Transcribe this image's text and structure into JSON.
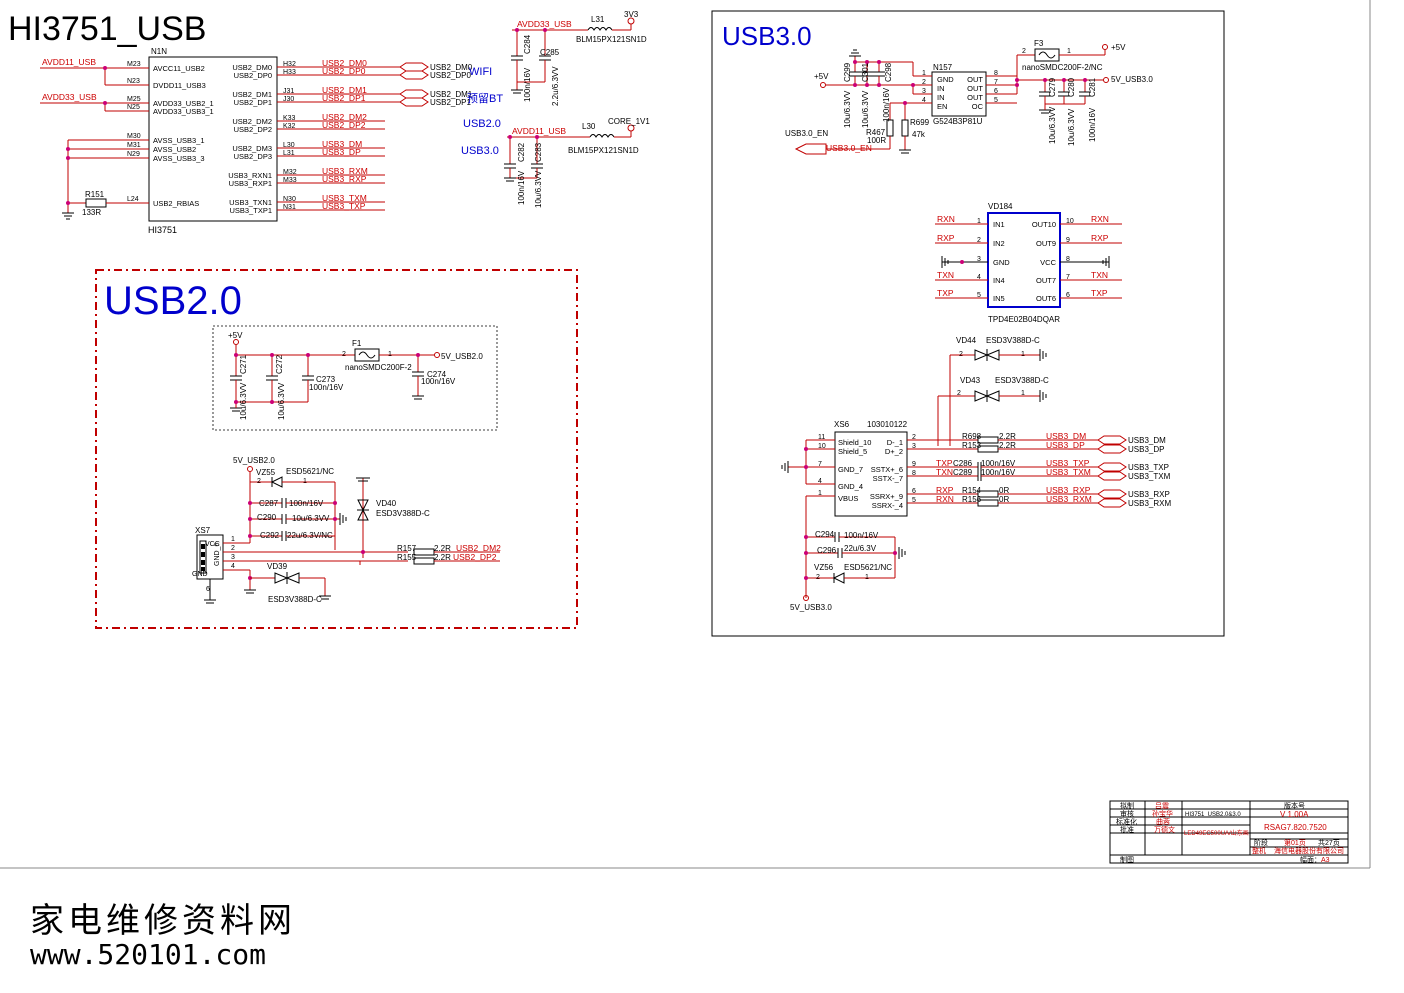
{
  "sheet_title": "HI3751_USB",
  "ic_main": {
    "ref": "N1N",
    "part": "HI3751",
    "left_pins": [
      {
        "num": "M23",
        "name": "AVCC11_USB2",
        "net": "AVDD11_USB"
      },
      {
        "num": "N23",
        "name": "DVDD11_USB3",
        "net": ""
      },
      {
        "num": "M25",
        "name": "AVDD33_USB2_1",
        "net": "AVDD33_USB"
      },
      {
        "num": "N25",
        "name": "AVDD33_USB3_1",
        "net": ""
      },
      {
        "num": "M30",
        "name": "AVSS_USB3_1",
        "net": ""
      },
      {
        "num": "M31",
        "name": "AVSS_USB2",
        "net": ""
      },
      {
        "num": "N29",
        "name": "AVSS_USB3_3",
        "net": ""
      },
      {
        "num": "L24",
        "name": "USB2_RBIAS",
        "net": ""
      }
    ],
    "right_pins": [
      {
        "num": "H32",
        "name": "USB2_DM0",
        "net": "USB2_DM0"
      },
      {
        "num": "H33",
        "name": "USB2_DP0",
        "net": "USB2_DP0"
      },
      {
        "num": "J31",
        "name": "USB2_DM1",
        "net": "USB2_DM1"
      },
      {
        "num": "J30",
        "name": "USB2_DP1",
        "net": "USB2_DP1"
      },
      {
        "num": "K33",
        "name": "USB2_DM2",
        "net": "USB2_DM2"
      },
      {
        "num": "K32",
        "name": "USB2_DP2",
        "net": "USB2_DP2"
      },
      {
        "num": "L30",
        "name": "USB2_DM3",
        "net": "USB3_DM"
      },
      {
        "num": "L31",
        "name": "USB2_DP3",
        "net": "USB3_DP"
      },
      {
        "num": "M32",
        "name": "USB3_RXN1",
        "net": "USB3_RXM"
      },
      {
        "num": "M33",
        "name": "USB3_RXP1",
        "net": "USB3_RXP"
      },
      {
        "num": "N30",
        "name": "USB3_TXN1",
        "net": "USB3_TXM"
      },
      {
        "num": "N31",
        "name": "USB3_TXP1",
        "net": "USB3_TXP"
      }
    ],
    "ports": [
      "USB2_DM0",
      "USB2_DP0",
      "USB2_DM1",
      "USB2_DP1"
    ],
    "r151": {
      "ref": "R151",
      "value": "133R"
    }
  },
  "side_labels": {
    "wifi": "WIFI",
    "bt": "预留BT",
    "usb20": "USB2.0",
    "usb30": "USB3.0"
  },
  "filt_top": {
    "net": "AVDD33_USB",
    "ind": "L31",
    "ind_part": "BLM15PX121SN1D",
    "rail": "3V3",
    "c1": "C284",
    "c1v": "100n/16V",
    "c2": "C285",
    "c2v": "2.2u/6.3VV"
  },
  "filt_bot": {
    "net": "AVDD11_USB",
    "ind": "L30",
    "ind_part": "BLM15PX121SN1D",
    "rail": "CORE_1V1",
    "c1": "C282",
    "c1v": "100n/16V",
    "c2": "C283",
    "c2v": "10u/6.3VV"
  },
  "usb2": {
    "title": "USB2.0",
    "rail_in": "+5V",
    "rail_out": "5V_USB2.0",
    "fuse": {
      "ref": "F1",
      "part": "nanoSMDC200F-2",
      "p1": "2",
      "p2": "1"
    },
    "caps": [
      {
        "ref": "C271",
        "val": "10u/6.3VV"
      },
      {
        "ref": "C272",
        "val": "10u/6.3VV"
      },
      {
        "ref": "C273",
        "val": "100n/16V"
      },
      {
        "ref": "C274",
        "val": "100n/16V"
      }
    ],
    "vbus_net": "5V_USB2.0",
    "vz55": {
      "ref": "VZ55",
      "part": "ESD5621/NC",
      "p1": "2",
      "p2": "1"
    },
    "c287": {
      "ref": "C287",
      "val": "100n/16V"
    },
    "c290": {
      "ref": "C290",
      "val": "10u/6.3VV"
    },
    "c292": {
      "ref": "C292",
      "val": "22u/6.3V/NC"
    },
    "vd40": {
      "ref": "VD40",
      "part": "ESD3V388D-C"
    },
    "xs7": {
      "ref": "XS7",
      "pins": [
        "1",
        "2",
        "3",
        "4",
        "6"
      ],
      "vcc": "VCC",
      "gnd": "GND",
      "gnd6": "GND_6"
    },
    "r157": {
      "ref": "R157",
      "val": "2.2R",
      "net": "USB2_DM2"
    },
    "r155": {
      "ref": "R155",
      "val": "2.2R",
      "net": "USB2_DP2"
    },
    "vd39": {
      "ref": "VD39",
      "part": "ESD3V388D-C"
    }
  },
  "usb3": {
    "title": "USB3.0",
    "n157": {
      "ref": "N157",
      "part": "G524B3P81U",
      "left": [
        {
          "num": "1",
          "name": "GND"
        },
        {
          "num": "2",
          "name": "IN"
        },
        {
          "num": "3",
          "name": "IN"
        },
        {
          "num": "4",
          "name": "EN"
        }
      ],
      "right": [
        {
          "num": "8",
          "name": "OUT"
        },
        {
          "num": "7",
          "name": "OUT"
        },
        {
          "num": "6",
          "name": "OUT"
        },
        {
          "num": "5",
          "name": "OC"
        }
      ]
    },
    "rail_in": "+5V",
    "rail_in2": "+5V",
    "rail_out": "5V_USB3.0",
    "fuse": {
      "ref": "F3",
      "part": "nanoSMDC200F-2/NC",
      "p1": "2",
      "p2": "1"
    },
    "in_caps": [
      {
        "ref": "C299",
        "val": "10u/6.3VV"
      },
      {
        "ref": "C301",
        "val": "10u/6.3VV"
      },
      {
        "ref": "C298",
        "val": "100n/16V"
      }
    ],
    "out_caps": [
      {
        "ref": "C279",
        "val": "10u/6.3VV"
      },
      {
        "ref": "C280",
        "val": "10u/6.3VV"
      },
      {
        "ref": "C281",
        "val": "100n/16V"
      }
    ],
    "r467": {
      "ref": "R467",
      "val": "100R"
    },
    "r699": {
      "ref": "R699",
      "val": "47k"
    },
    "en_label": "USB3.0_EN",
    "en_port": "USB3.0_EN",
    "vd184": {
      "ref": "VD184",
      "part": "TPD4E02B04DQAR",
      "left": [
        {
          "num": "1",
          "name": "IN1",
          "net": "RXN"
        },
        {
          "num": "2",
          "name": "IN2",
          "net": "RXP"
        },
        {
          "num": "3",
          "name": "GND",
          "net": ""
        },
        {
          "num": "4",
          "name": "IN4",
          "net": "TXN"
        },
        {
          "num": "5",
          "name": "IN5",
          "net": "TXP"
        }
      ],
      "right": [
        {
          "num": "10",
          "name": "OUT10",
          "net": "RXN"
        },
        {
          "num": "9",
          "name": "OUT9",
          "net": "RXP"
        },
        {
          "num": "8",
          "name": "VCC",
          "net": ""
        },
        {
          "num": "7",
          "name": "OUT7",
          "net": "TXN"
        },
        {
          "num": "6",
          "name": "OUT6",
          "net": "TXP"
        }
      ]
    },
    "vd44": {
      "ref": "VD44",
      "part": "ESD3V388D-C",
      "p1": "2",
      "p2": "1"
    },
    "vd43": {
      "ref": "VD43",
      "part": "ESD3V388D-C",
      "p1": "2",
      "p2": "1"
    },
    "xs6": {
      "ref": "XS6",
      "part": "103010122",
      "left": [
        {
          "num": "11",
          "name": "Shield_10"
        },
        {
          "num": "10",
          "name": "Shield_5"
        },
        {
          "num": "7",
          "name": "GND_7"
        },
        {
          "num": "4",
          "name": "GND_4"
        },
        {
          "num": "1",
          "name": "VBUS"
        }
      ],
      "right": [
        {
          "num": "2",
          "name": "D-_1"
        },
        {
          "num": "3",
          "name": "D+_2"
        },
        {
          "num": "9",
          "name": "SSTX+_6"
        },
        {
          "num": "8",
          "name": "SSTX-_7"
        },
        {
          "num": "6",
          "name": "SSRX+_9"
        },
        {
          "num": "5",
          "name": "SSRX-_4"
        }
      ]
    },
    "series": [
      {
        "ref": "R698",
        "val": "2.2R",
        "net": "USB3_DM",
        "port": "USB3_DM",
        "pre": ""
      },
      {
        "ref": "R153",
        "val": "2.2R",
        "net": "USB3_DP",
        "port": "USB3_DP",
        "pre": ""
      },
      {
        "ref": "C286",
        "val": "100n/16V",
        "net": "USB3_TXP",
        "port": "USB3_TXP",
        "pre": "TXP"
      },
      {
        "ref": "C289",
        "val": "100n/16V",
        "net": "USB3_TXM",
        "port": "USB3_TXM",
        "pre": "TXN"
      },
      {
        "ref": "R154",
        "val": "0R",
        "net": "USB3_RXP",
        "port": "USB3_RXP",
        "pre": "RXP"
      },
      {
        "ref": "R156",
        "val": "0R",
        "net": "USB3_RXM",
        "port": "USB3_RXM",
        "pre": "RXN"
      }
    ],
    "c294": {
      "ref": "C294",
      "val": "100n/16V"
    },
    "c296": {
      "ref": "C296",
      "val": "22u/6.3V"
    },
    "vz56": {
      "ref": "VZ56",
      "part": "ESD5621/NC",
      "p1": "2",
      "p2": "1"
    },
    "vbus_net": "5V_USB3.0"
  },
  "title_block": {
    "r1": [
      "拟制",
      "吕震",
      "",
      "版本号"
    ],
    "r2": [
      "审核",
      "孙宝华",
      "HI3751_USB2.0&3.0",
      "V 1.00A"
    ],
    "r3": [
      "标准化",
      "曲蓉",
      "",
      ""
    ],
    "r4": [
      "批准",
      "万德文",
      "LED49EC500UA/山东画",
      "RSAG7.820.7520"
    ],
    "stage": "阶段",
    "sheet": "第01页",
    "total": "共27页",
    "r6": [
      "整机",
      "海信电器股份有限公司"
    ],
    "made": "制图",
    "size_label": "幅面：",
    "size": "A3"
  },
  "watermark": {
    "line1": "家电维修资料网",
    "line2": "www.520101.com"
  }
}
